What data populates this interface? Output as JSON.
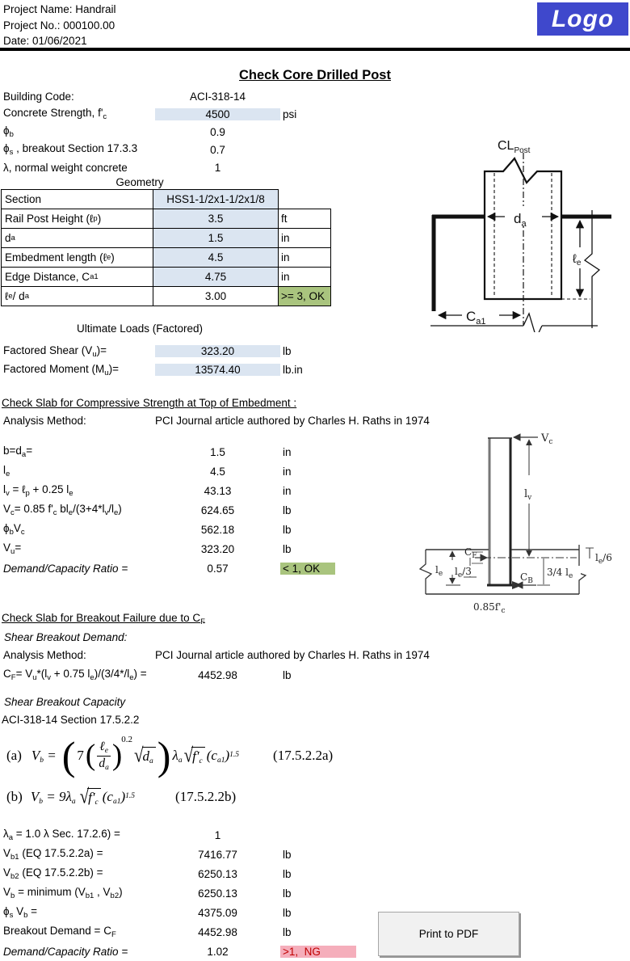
{
  "header": {
    "project_name": "Project Name: Handrail",
    "project_no": "Project No.: 000100.00",
    "date": "Date: 01/06/2021",
    "logo_text": "Logo"
  },
  "title": "Check Core Drilled Post",
  "params": {
    "rows": [
      {
        "label": "Building Code:",
        "value": "ACI-318-14",
        "unit": ""
      },
      {
        "label": "Concrete Strength, f'_{c}",
        "value": "4500",
        "unit": "psi"
      },
      {
        "label": "ϕ_{b}",
        "value": "0.9",
        "unit": ""
      },
      {
        "label": "ϕ_{s} , breakout Section 17.3.3",
        "value": "0.7",
        "unit": ""
      },
      {
        "label": "λ, normal weight concrete",
        "value": "1",
        "unit": ""
      }
    ]
  },
  "geometry": {
    "heading": "Geometry",
    "rows": [
      {
        "label": "Section",
        "value": "HSS1-1/2x1-1/2x1/8",
        "unit": ""
      },
      {
        "label": "Rail Post Height (ℓ_{p})",
        "value": "3.5",
        "unit": "ft"
      },
      {
        "label": "d_{a}",
        "value": "1.5",
        "unit": "in"
      },
      {
        "label": "Embedment length (ℓ_{e})",
        "value": "4.5",
        "unit": "in"
      },
      {
        "label": "Edge Distance, C_{a1}",
        "value": "4.75",
        "unit": "in"
      },
      {
        "label": "ℓ_{e} / d_{a}",
        "value": "3.00",
        "status": ">= 3, OK"
      }
    ]
  },
  "loads": {
    "heading": "Ultimate Loads (Factored)",
    "rows": [
      {
        "label": "Factored Shear (V_{u})=",
        "value": "323.20",
        "unit": "lb"
      },
      {
        "label": "Factored Moment (M_{u})=",
        "value": "13574.40",
        "unit": "lb.in"
      }
    ]
  },
  "check1": {
    "heading": "Check Slab for Compressive Strength at Top of Embedment :",
    "analysis_label": "Analysis Method:",
    "analysis_value": "PCI Journal article authored by Charles H. Raths in 1974",
    "rows": [
      {
        "label": "b=d_{a}=",
        "value": "1.5",
        "unit": "in"
      },
      {
        "label": "l_{e}",
        "value": "4.5",
        "unit": "in"
      },
      {
        "label": "l_{v} = ℓ_{p} + 0.25 l_{e}",
        "value": "43.13",
        "unit": "in"
      },
      {
        "label": "V_{c}= 0.85 f'_{c} bl_{e}/(3+4*l_{v}/l_{e})",
        "value": "624.65",
        "unit": "lb"
      },
      {
        "label": "ϕ_{b}V_{c}",
        "value": "562.18",
        "unit": "lb"
      },
      {
        "label": "V_{u}=",
        "value": "323.20",
        "unit": "lb"
      },
      {
        "label": "Demand/Capacity Ratio =",
        "value": "0.57",
        "status": "< 1, OK"
      }
    ]
  },
  "check2": {
    "heading": "Check Slab for Breakout Failure due to C_{F}",
    "demand_title": "Shear Breakout Demand:",
    "analysis_label": "Analysis Method:",
    "analysis_value": "PCI Journal article authored by Charles H. Raths in 1974",
    "cf_row": {
      "label": "C_{F}= V_{u}*(l_{v} + 0.75 l_{e})/(3/4*/l_{e}) =",
      "value": "4452.98",
      "unit": "lb"
    },
    "capacity_title": "Shear Breakout Capacity",
    "code_ref": "ACI-318-14 Section 17.5.2.2",
    "rows": [
      {
        "label": "λ_{a} = 1.0 λ Sec. 17.2.6) =",
        "value": "1",
        "unit": ""
      },
      {
        "label": "V_{b1} (EQ 17.5.2.2a) =",
        "value": "7416.77",
        "unit": "lb"
      },
      {
        "label": "V_{b2} (EQ 17.5.2.2b) =",
        "value": "6250.13",
        "unit": "lb"
      },
      {
        "label": "V_{b} = minimum (V_{b1} , V_{b2})",
        "value": "6250.13",
        "unit": "lb"
      },
      {
        "label": "ϕ_{s} V_{b} =",
        "value": "4375.09",
        "unit": "lb"
      },
      {
        "label": "Breakout Demand = C_{F}",
        "value": "4452.98",
        "unit": "lb"
      },
      {
        "label": "Demand/Capacity Ratio =",
        "value": "1.02",
        "status": ">1,  NG"
      }
    ]
  },
  "equations": {
    "a": {
      "tag": "(a)",
      "lhs": "V_{b} =",
      "coef": "7",
      "num": "ℓ_{e}",
      "den": "d_{a}",
      "exp1": "0.2",
      "rad1": "d_{a}",
      "lam": "λ_{a}",
      "rad2": "f′_{c}",
      "tail": "(c_{a1})^{1.5}",
      "ref": "(17.5.2.2a)"
    },
    "b": {
      "tag": "(b)",
      "lhs": "V_{b} = 9λ_{a}",
      "rad": "f′_{c}",
      "tail": "(c_{a1})^{1.5}",
      "ref": "(17.5.2.2b)"
    }
  },
  "diagram1": {
    "cl": "CL",
    "cl_sub": "Post",
    "da": "d",
    "da_sub": "a",
    "le": "ℓ",
    "le_sub": "e",
    "ca1": "C",
    "ca1_sub": "a1"
  },
  "diagram2": {
    "vc": "V",
    "vc_sub": "c",
    "lv": "l",
    "lv_sub": "v",
    "cf": "C",
    "cf_sub": "F",
    "cb": "C",
    "cb_sub": "B",
    "le": "l",
    "le_sub": "e",
    "le3": "l",
    "le3_sub": "e",
    "le3_div": "/3",
    "le34": "3/4 l",
    "le34_sub": "e",
    "le6": "l",
    "le6_sub": "e",
    "le6_div": "/6",
    "stress": "0.85f'",
    "stress_sub": "c"
  },
  "button": {
    "label": "Print to PDF"
  },
  "colors": {
    "hl": "#dbe5f1",
    "ok": "#a9c47e",
    "ng": "#f5aebb",
    "ngtext": "#c00000",
    "logo": "#3f48cc"
  }
}
